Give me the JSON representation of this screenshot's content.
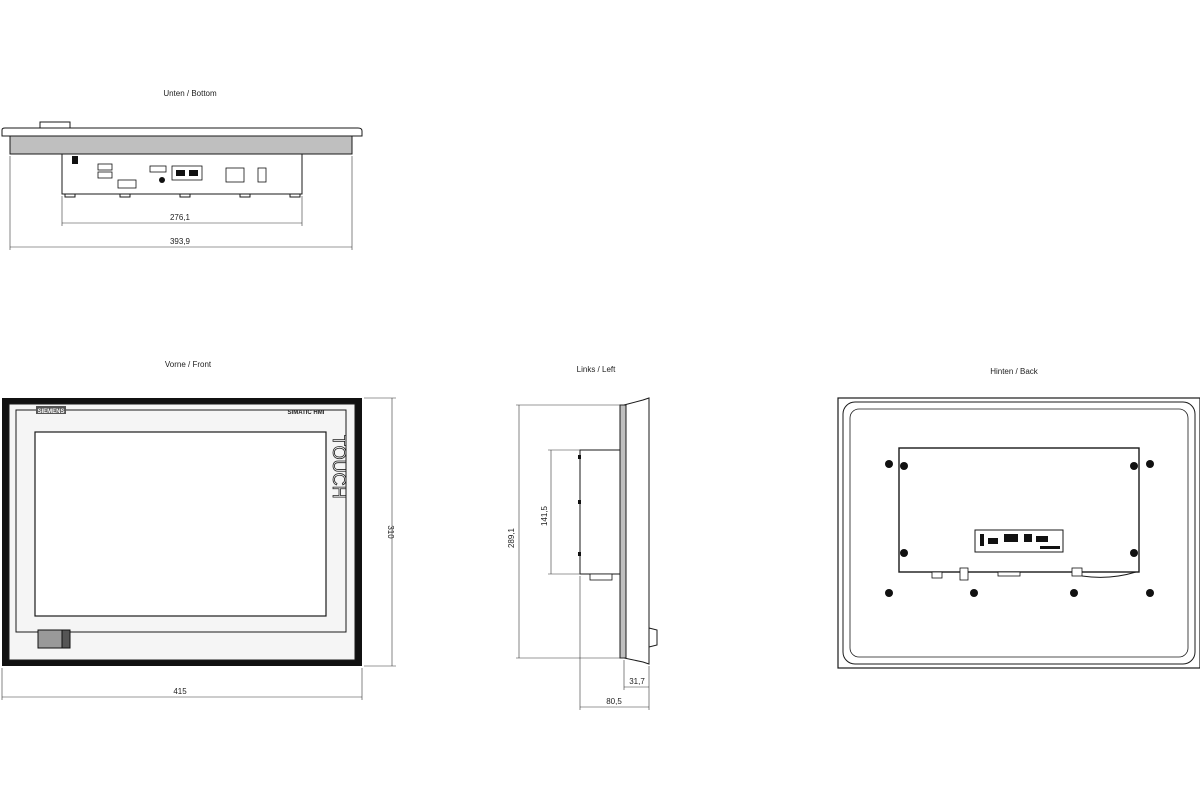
{
  "views": {
    "bottom": {
      "title": "Unten / Bottom",
      "dim_inner": "276,1",
      "dim_outer": "393,9"
    },
    "front": {
      "title": "Vorne / Front",
      "brand": "SIEMENS",
      "model": "SIMATIC HMI",
      "touch": "TOUCH",
      "dim_width": "415",
      "dim_height": "310"
    },
    "left": {
      "title": "Links / Left",
      "dim_height": "289,1",
      "dim_inner_height": "141,5",
      "dim_depth_small": "31,7",
      "dim_depth": "80,5"
    },
    "back": {
      "title": "Hinten / Back"
    }
  }
}
